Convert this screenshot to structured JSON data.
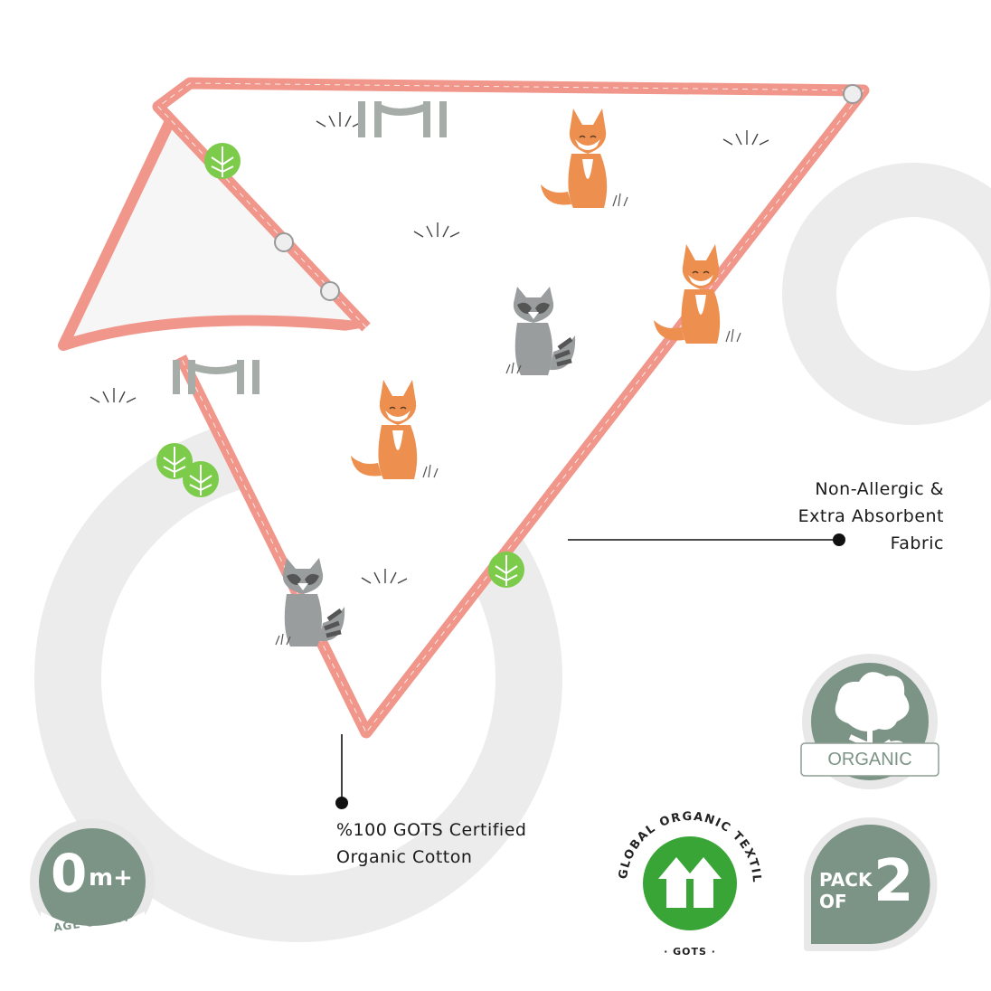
{
  "features": {
    "fabric": {
      "lines": [
        "Non-Allergic &",
        "Extra Absorbent",
        "Fabric"
      ]
    },
    "cotton": {
      "lines": [
        "%100 GOTS Certified",
        "Organic Cotton"
      ]
    }
  },
  "badges": {
    "age": {
      "value": "0",
      "unit": "m+",
      "caption": "AGE GROUP"
    },
    "gots": {
      "ring_text": "GLOBAL ORGANIC TEXTILE STANDARD",
      "bottom_text": "· GOTS ·"
    },
    "organic": {
      "label": "ORGANIC"
    },
    "pack": {
      "line1": "PACK",
      "line2": "OF",
      "count": "2"
    }
  },
  "colors": {
    "trim": "#f0968a",
    "badge_green": "#7c9486",
    "gots_green": "#3aa537",
    "fox": "#ec8f4f",
    "raccoon": "#9a9d9e",
    "tree": "#7ccb4a",
    "bg_circle": "#ececec"
  }
}
